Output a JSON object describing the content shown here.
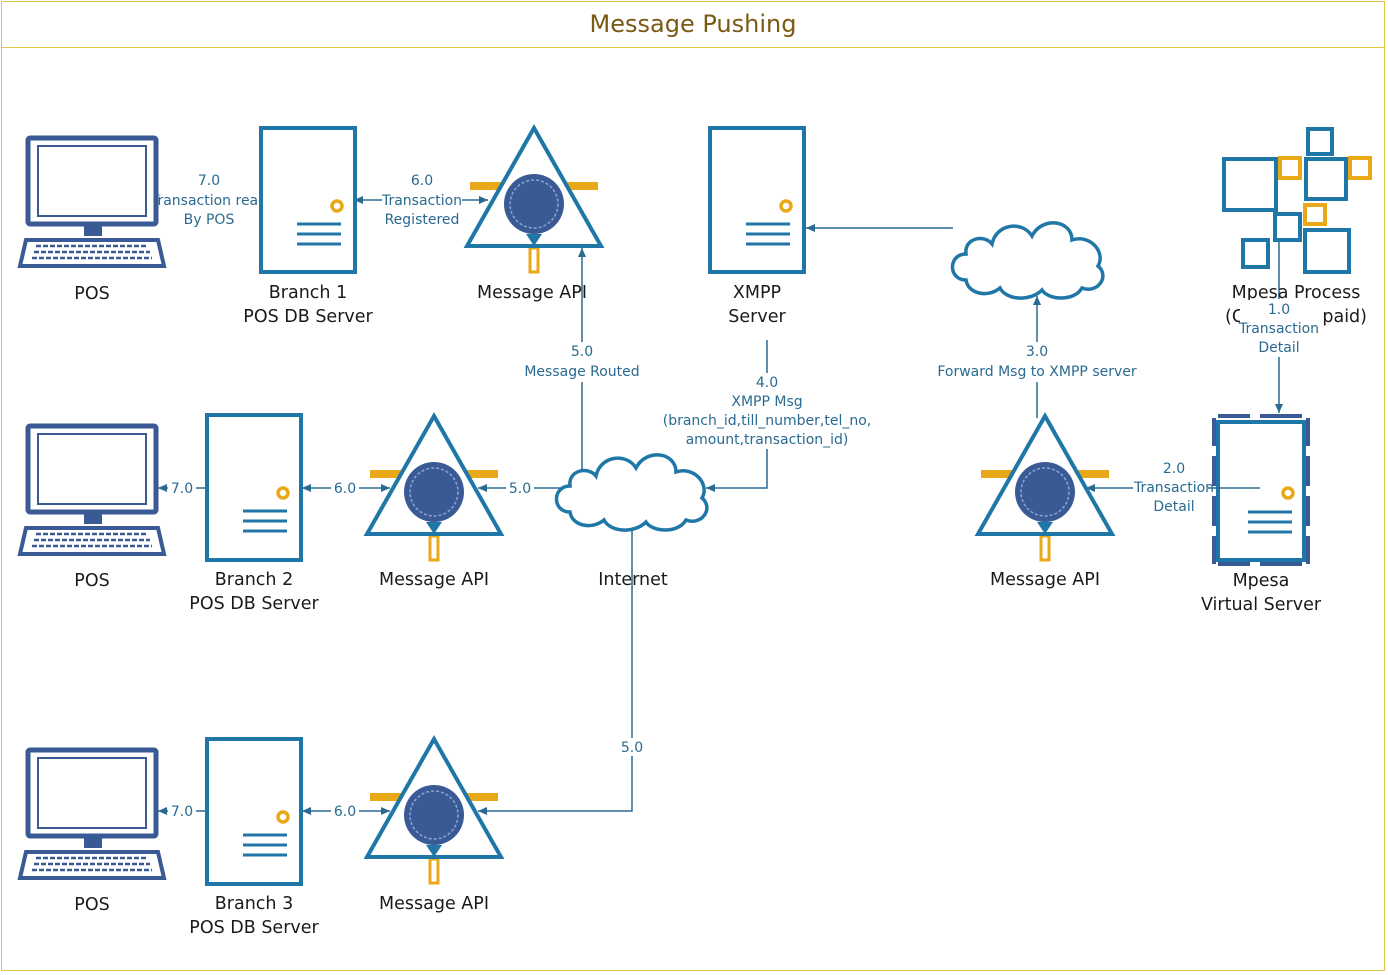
{
  "title": "Message Pushing",
  "nodes": {
    "pos1": "POS",
    "pos2": "POS",
    "pos3": "POS",
    "branch1": [
      "Branch 1",
      "POS DB Server"
    ],
    "branch2": [
      "Branch 2",
      "POS DB Server"
    ],
    "branch3": [
      "Branch 3",
      "POS DB Server"
    ],
    "api1": "Message API",
    "api2": "Message API",
    "api3": "Message API",
    "api4": "Message API",
    "xmpp": [
      "XMPP",
      "Server"
    ],
    "internet": "Internet",
    "mpesa_process": [
      "Mpesa Process",
      "(C",
      "paid)"
    ],
    "mpesa_server": [
      "Mpesa",
      "Virtual Server"
    ]
  },
  "edges": {
    "e1": [
      "1.0",
      "Transaction",
      "Detail"
    ],
    "e2": [
      "2.0",
      "Transaction",
      "Detail"
    ],
    "e3": [
      "3.0",
      "Forward Msg to XMPP server"
    ],
    "e4": [
      "4.0",
      "XMPP Msg",
      "(branch_id,till_number,tel_no,",
      "amount,transaction_id)"
    ],
    "e5a": [
      "5.0",
      "Message Routed"
    ],
    "e5b": "5.0",
    "e5c": "5.0",
    "e6a": [
      "6.0",
      "Transaction",
      "Registered"
    ],
    "e6b": "6.0",
    "e6c": "6.0",
    "e7a": [
      "7.0",
      "Transaction read",
      "By POS"
    ],
    "e7b": "7.0",
    "e7c": "7.0"
  }
}
